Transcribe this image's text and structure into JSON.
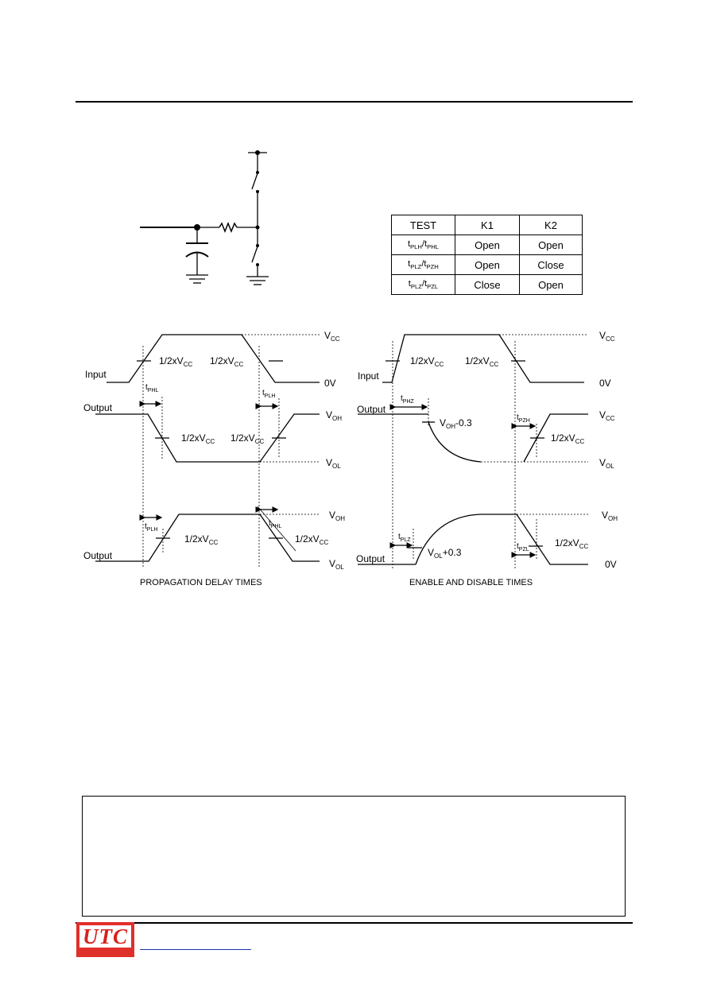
{
  "test_table": {
    "headers": [
      "TEST",
      "K1",
      "K2"
    ],
    "rows": [
      {
        "test_a": "t",
        "test_a_sub": "PLH",
        "test_b": "t",
        "test_b_sub": "PHL",
        "k1": "Open",
        "k2": "Open"
      },
      {
        "test_a": "t",
        "test_a_sub": "PLZ",
        "test_b": "t",
        "test_b_sub": "PZH",
        "k1": "Open",
        "k2": "Close"
      },
      {
        "test_a": "t",
        "test_a_sub": "PLZ",
        "test_b": "t",
        "test_b_sub": "PZL",
        "k1": "Close",
        "k2": "Open"
      }
    ]
  },
  "propagation": {
    "vcc": "V",
    "vcc_sub": "CC",
    "zero_v": "0V",
    "input_label": "Input",
    "output_label_1": "Output",
    "output_label_2": "Output",
    "half_vcc": "1/2xV",
    "half_vcc_sub": "CC",
    "voh": "V",
    "voh_sub": "OH",
    "vol": "V",
    "vol_sub": "OL",
    "t": "t",
    "tphl_sub": "PHL",
    "tplh_sub": "PLH",
    "tphl2_sub": "PHL",
    "caption": "PROPAGATION DELAY TIMES"
  },
  "enable": {
    "vcc": "V",
    "vcc_sub": "CC",
    "zero_v": "0V",
    "input_label": "Input",
    "output_label_1": "Output",
    "output_label_2": "Output",
    "half_vcc": "1/2xV",
    "half_vcc_sub": "CC",
    "voh": "V",
    "voh_sub": "OH",
    "vol": "V",
    "vol_sub": "OL",
    "t": "t",
    "tphz_sub": "PHZ",
    "tpzh_sub": "PZH",
    "tplz_sub": "PLZ",
    "tpzl_sub": "PZL",
    "voh_minus": "-0.3",
    "vol_plus": "+0.3",
    "caption": "ENABLE AND DISABLE TIMES"
  },
  "footer": {
    "logo_text": "UTC"
  },
  "colors": {
    "logo_red": "#e0302a",
    "link_blue": "#1a33b5"
  }
}
